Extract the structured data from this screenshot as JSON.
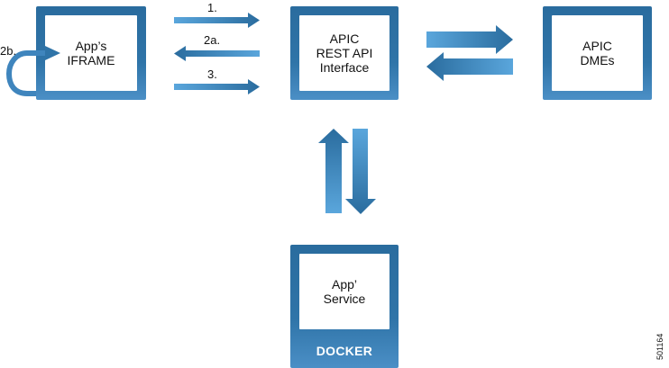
{
  "nodes": {
    "iframe": {
      "lines": [
        "App’s",
        "IFRAME"
      ]
    },
    "rest_api": {
      "lines": [
        "APIC",
        "REST API",
        "Interface"
      ]
    },
    "dmes": {
      "lines": [
        "APIC",
        "DMEs"
      ]
    },
    "service": {
      "lines": [
        "App’",
        "Service"
      ],
      "container_label": "DOCKER"
    }
  },
  "steps": {
    "step1": "1.",
    "step2a": "2a.",
    "step2b": "2b.",
    "step3": "3."
  },
  "edges": [
    {
      "label": "1.",
      "from": "iframe",
      "to": "rest_api"
    },
    {
      "label": "2a.",
      "from": "rest_api",
      "to": "iframe"
    },
    {
      "label": "2b.",
      "from": "iframe",
      "to": "iframe"
    },
    {
      "label": "3.",
      "from": "iframe",
      "to": "rest_api"
    },
    {
      "label": "",
      "from": "rest_api",
      "to": "dmes"
    },
    {
      "label": "",
      "from": "dmes",
      "to": "rest_api"
    },
    {
      "label": "",
      "from": "service",
      "to": "rest_api"
    },
    {
      "label": "",
      "from": "rest_api",
      "to": "service"
    }
  ],
  "figure_id": "501164",
  "colors": {
    "dark_blue": "#2a6c9e",
    "light_blue": "#5aa6dc",
    "white": "#ffffff"
  }
}
